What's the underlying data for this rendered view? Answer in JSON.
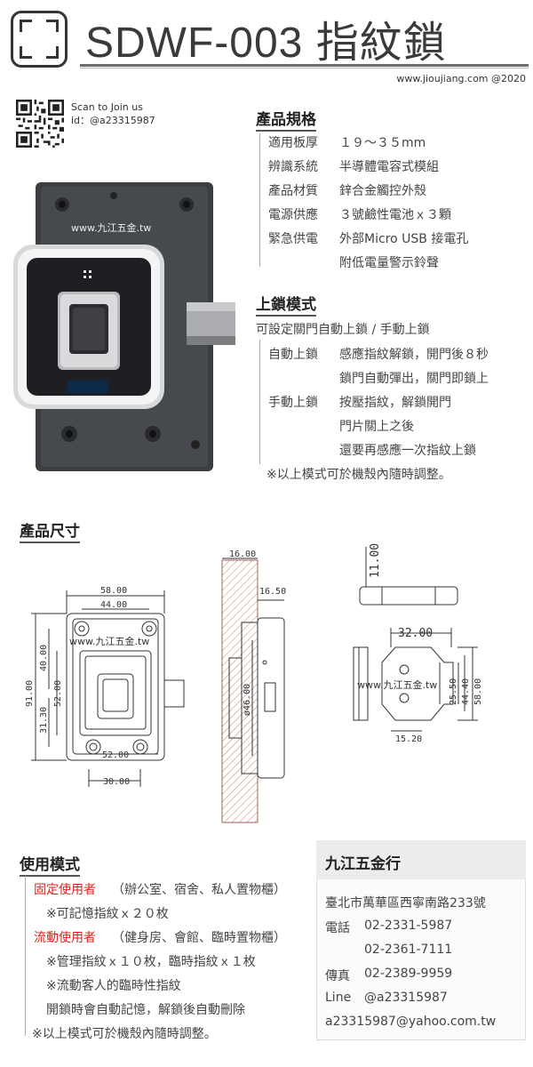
{
  "header": {
    "title": "SDWF-003 指紋鎖",
    "website": "www.jioujiang.com  @2020"
  },
  "qr": {
    "line1": "Scan to Join us",
    "line2": "id：@a23315987"
  },
  "specs": {
    "heading": "產品規格",
    "rows": [
      {
        "k": "適用板厚",
        "v": "１９～３５mm"
      },
      {
        "k": "辨識系統",
        "v": "半導體電容式模組"
      },
      {
        "k": "產品材質",
        "v": "鋅合金觸控外殼"
      },
      {
        "k": "電源供應",
        "v": "３號鹼性電池ｘ３顆"
      },
      {
        "k": "緊急供電",
        "v": "外部Micro USB 接電孔"
      },
      {
        "k": "",
        "v": "附低電量警示鈴聲"
      }
    ]
  },
  "lock": {
    "heading": "上鎖模式",
    "intro": "可設定關門自動上鎖 / 手動上鎖",
    "auto_k": "自動上鎖",
    "auto_v1": "感應指紋解鎖，開門後８秒",
    "auto_v2": "鎖門自動彈出，關門即鎖上",
    "manual_k": "手動上鎖",
    "manual_v1": "按壓指紋，解鎖開門",
    "manual_v2": "門片關上之後",
    "manual_v3": "還要再感應一次指紋上鎖",
    "note": "※以上模式可於機殼內隨時調整。"
  },
  "photo": {
    "watermark": "www.九江五金.tw"
  },
  "dimensions": {
    "heading": "產品尺寸",
    "front": {
      "w58": "58.00",
      "w44": "44.00",
      "h91": "91.00",
      "h40": "40.00",
      "h52": "52.00",
      "h31": "31.30",
      "w52": "52.00",
      "w30": "30.00",
      "watermark": "www.九江五金.tw"
    },
    "side": {
      "d16": "16.00",
      "d16_5": "16.50",
      "dia46": "ø46.00"
    },
    "strike": {
      "d11": "11.00",
      "w32": "32.00",
      "h25": "25.50",
      "h44": "44.40",
      "h58": "58.00",
      "w15": "15.20",
      "watermark": "www.九江五金.tw"
    }
  },
  "usage": {
    "heading": "使用模式",
    "fixed_k": "固定使用者",
    "fixed_v": "（辦公室、宿舍、私人置物櫃）",
    "fixed_note": "※可記憶指紋ｘ２０枚",
    "mobile_k": "流動使用者",
    "mobile_v": "（健身房、會館、臨時置物櫃）",
    "mobile_note1": "※管理指紋ｘ１０枚，臨時指紋ｘ１枚",
    "mobile_note2": "※流動客人的臨時性指紋",
    "mobile_note3": "開鎖時會自動記憶，解鎖後自動刪除",
    "note": "※以上模式可於機殼內隨時調整。"
  },
  "company": {
    "name": "九江五金行",
    "address": "臺北市萬華區西寧南路233號",
    "tel_k": "電話",
    "tel1": "02-2331-5987",
    "tel2": "02-2361-7111",
    "fax_k": "傳真",
    "fax": "02-2389-9959",
    "line_k": "Line",
    "line": "@a23315987",
    "email": "a23315987@yahoo.com.tw"
  }
}
